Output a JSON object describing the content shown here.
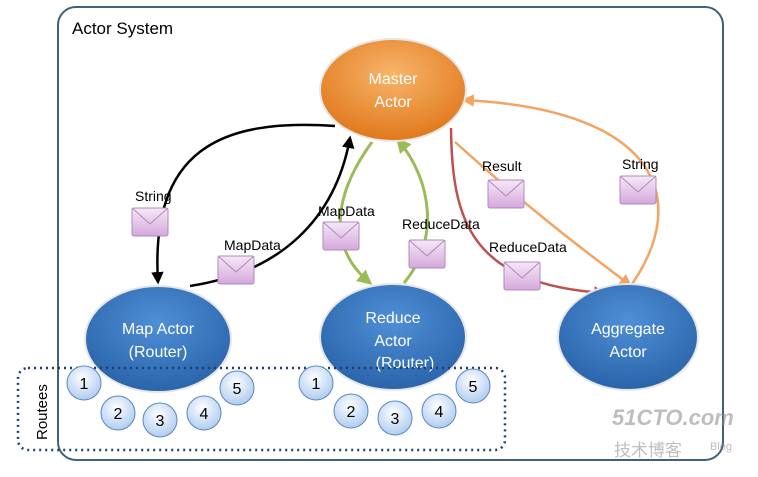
{
  "system": {
    "title": "Actor System"
  },
  "actors": {
    "master": {
      "line1": "Master",
      "line2": "Actor"
    },
    "map": {
      "line1": "Map Actor",
      "line2": "(Router)"
    },
    "reduce": {
      "line1": "Reduce",
      "line2": "Actor",
      "line3": "(Router)"
    },
    "aggregate": {
      "line1": "Aggregate",
      "line2": "Actor"
    }
  },
  "routees": {
    "label": "Routees",
    "map_group": [
      "1",
      "2",
      "3",
      "4",
      "5"
    ],
    "reduce_group": [
      "1",
      "2",
      "3",
      "4",
      "5"
    ]
  },
  "messages": {
    "string_to_map": "String",
    "mapdata_to_master": "MapData",
    "mapdata_to_reduce": "MapData",
    "reducedata_to_master": "ReduceData",
    "result": "Result",
    "string_to_master": "String",
    "reducedata_to_aggregate": "ReduceData"
  },
  "watermark": {
    "site": "51CTO.com",
    "subtitle": "技术博客",
    "blog": "Blog"
  },
  "colors": {
    "master": "#f0922e",
    "actor": "#3c78c0",
    "routee": "#c8dcf4",
    "routee_border": "#5a86c4",
    "arrow_black": "#000000",
    "arrow_green": "#9bbb59",
    "arrow_red": "#c0504d",
    "arrow_orange": "#f4a460",
    "envelope": "#e4c8ec",
    "frame": "#40607e"
  }
}
